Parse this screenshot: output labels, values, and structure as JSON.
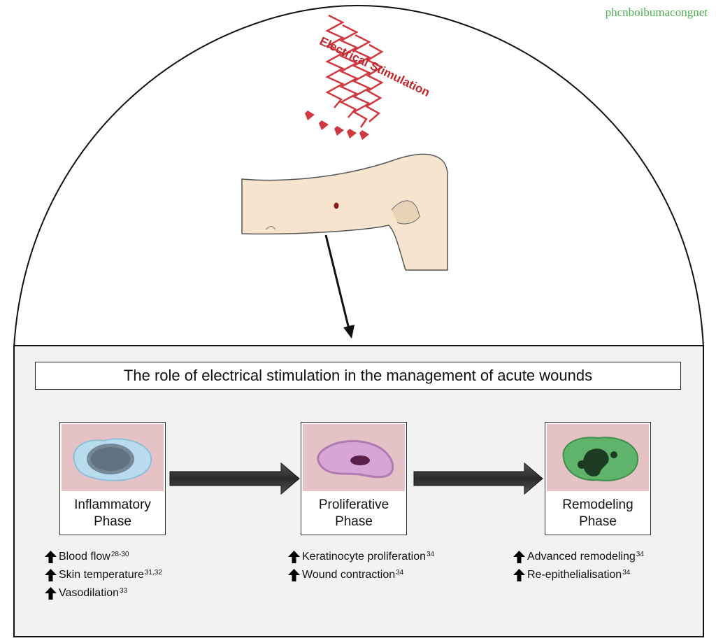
{
  "watermark": "phcnboibumacongnet",
  "stimulation_label": "Electrical Stimulation",
  "title": "The role of electrical stimulation in the management of acute wounds",
  "phases": [
    {
      "name_line1": "Inflammatory",
      "name_line2": "Phase",
      "effects": [
        {
          "text": "Blood flow",
          "ref": "28-30"
        },
        {
          "text": "Skin temperature",
          "ref": "31,32"
        },
        {
          "text": "Vasodilation",
          "ref": "33"
        }
      ]
    },
    {
      "name_line1": "Proliferative",
      "name_line2": "Phase",
      "effects": [
        {
          "text": "Keratinocyte proliferation",
          "ref": "34"
        },
        {
          "text": "Wound contraction",
          "ref": "34"
        }
      ]
    },
    {
      "name_line1": "Remodeling",
      "name_line2": "Phase",
      "effects": [
        {
          "text": "Advanced remodeling",
          "ref": "34"
        },
        {
          "text": "Re-epithelialisation",
          "ref": "34"
        }
      ]
    }
  ],
  "colors": {
    "stimulation_red": "#c0272d",
    "panel_bg": "#f2f2f2",
    "cell_bg": "#e5c2c5",
    "skin": "#f7e4cf",
    "watermark_green": "#4caf50"
  }
}
